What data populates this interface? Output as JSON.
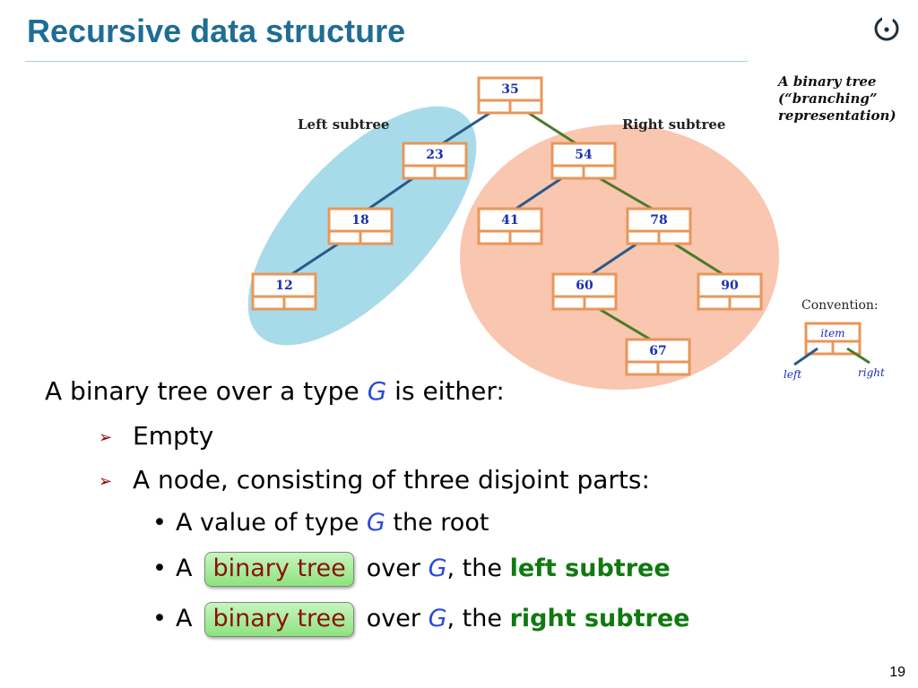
{
  "slide": {
    "title": "Recursive data structure",
    "number": "19",
    "caption_lines": [
      "A binary tree",
      "(“branching”",
      "representation)"
    ]
  },
  "diagram": {
    "left_label": "Left subtree",
    "right_label": "Right subtree",
    "nodes": [
      "35",
      "23",
      "54",
      "18",
      "41",
      "78",
      "12",
      "60",
      "90",
      "67"
    ],
    "convention": {
      "title": "Convention:",
      "item": "item",
      "left": "left",
      "right": "right"
    },
    "colors": {
      "node_border": "#e8975a",
      "node_text": "#1a2fb0",
      "left_edge": "#2a5a8a",
      "right_edge": "#4a7a2a",
      "left_ellipse": "#a8dbea",
      "right_ellipse": "#f9c6b0"
    }
  },
  "text": {
    "l0_a": "A binary tree over a type ",
    "l0_g": "G",
    "l0_b": " is either:",
    "l1": "Empty",
    "l2": "A node, consisting of three disjoint parts:",
    "l3_a": "A value of type ",
    "l3_g": "G",
    "l3_b": " the root",
    "l4_a": "A",
    "l4_pill": "binary tree",
    "l4_b": "over ",
    "l4_g": "G",
    "l4_c": ", the ",
    "l4_d": "left subtree",
    "l5_a": "A",
    "l5_pill": "binary tree",
    "l5_b": "over ",
    "l5_g": "G",
    "l5_c": ", the ",
    "l5_d": "right subtree"
  }
}
